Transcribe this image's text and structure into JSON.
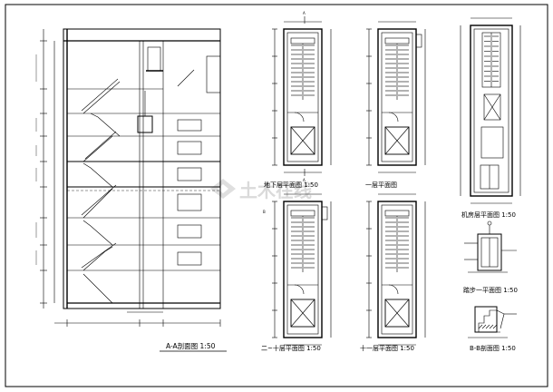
{
  "titles": {
    "section_aa": "A-A剖面图 1:50",
    "basement_plan": "地下层平面图 1:50",
    "first_floor_plan": "一层平面图",
    "machine_room_plan": "机房层平面图 1:50",
    "floor_2_20_plan": "二~十层平面图 1:50",
    "floor_11_plan": "十一层平面图 1:50",
    "detail_1": "踏步一平面图 1:50",
    "section_bb": "B-B剖面图 1:50"
  },
  "markers": {
    "section_a": "A",
    "section_b": "B"
  },
  "watermark": {
    "text": "土木在线"
  },
  "colors": {
    "lines": "#000000",
    "watermark": "#d6d6d6"
  }
}
